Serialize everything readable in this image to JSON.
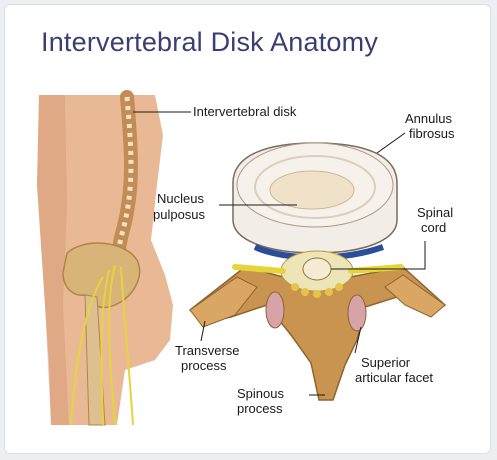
{
  "title": "Intervertebral Disk Anatomy",
  "labels": {
    "intervertebral_disk": "Intervertebral disk",
    "annulus_fibrosus": [
      "Annulus",
      "fibrosus"
    ],
    "nucleus_pulposus": [
      "Nucleus",
      "pulposus"
    ],
    "spinal_cord": [
      "Spinal",
      "cord"
    ],
    "transverse_process": [
      "Transverse",
      "process"
    ],
    "superior_articular_facet": [
      "Superior",
      "articular facet"
    ],
    "spinous_process": [
      "Spinous",
      "process"
    ]
  },
  "colors": {
    "title": "#3b3e72",
    "skin": "#e9b996",
    "bone": "#c8944f",
    "disk": "#f2ede6",
    "nerve": "#e6d53a",
    "ligament": "#2a4e9a"
  }
}
